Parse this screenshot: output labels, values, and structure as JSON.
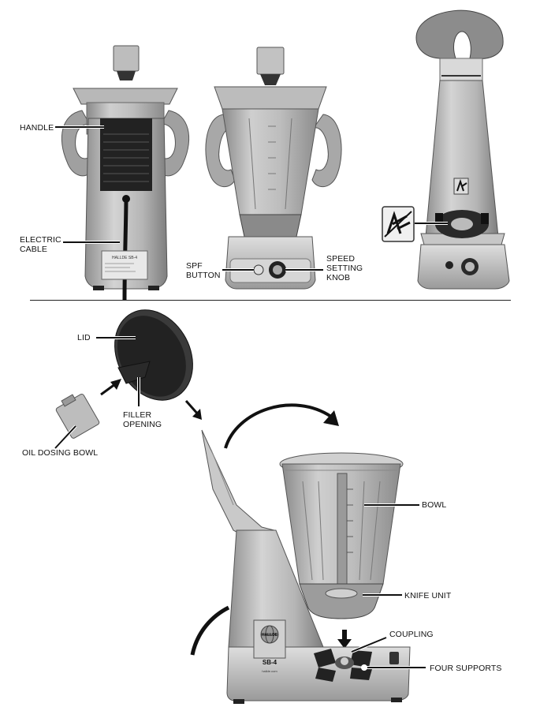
{
  "labels": {
    "handle": "HANDLE",
    "electric_cable": "ELECTRIC\nCABLE",
    "spf_button": "SPF\nBUTTON",
    "speed_setting_knob": "SPEED\nSETTING\nKNOB",
    "lid": "LID",
    "filler_opening": "FILLER\nOPENING",
    "oil_dosing_bowl": "OIL DOSING BOWL",
    "bowl": "BOWL",
    "knife_unit": "KNIFE UNIT",
    "coupling": "COUPLING",
    "four_supports": "FOUR SUPPORTS"
  },
  "plate": {
    "brand": "HALLDE",
    "model": "SB-4",
    "rear_plate": "HALLDE SB-4",
    "website": "hallde.com"
  },
  "colors": {
    "body": "#b9b9b9",
    "body_dark": "#8d8d8d",
    "bowl": "#c9c9c9",
    "bowl_dark": "#9a9a9a",
    "black": "#1a1a1a",
    "line": "#111111"
  }
}
